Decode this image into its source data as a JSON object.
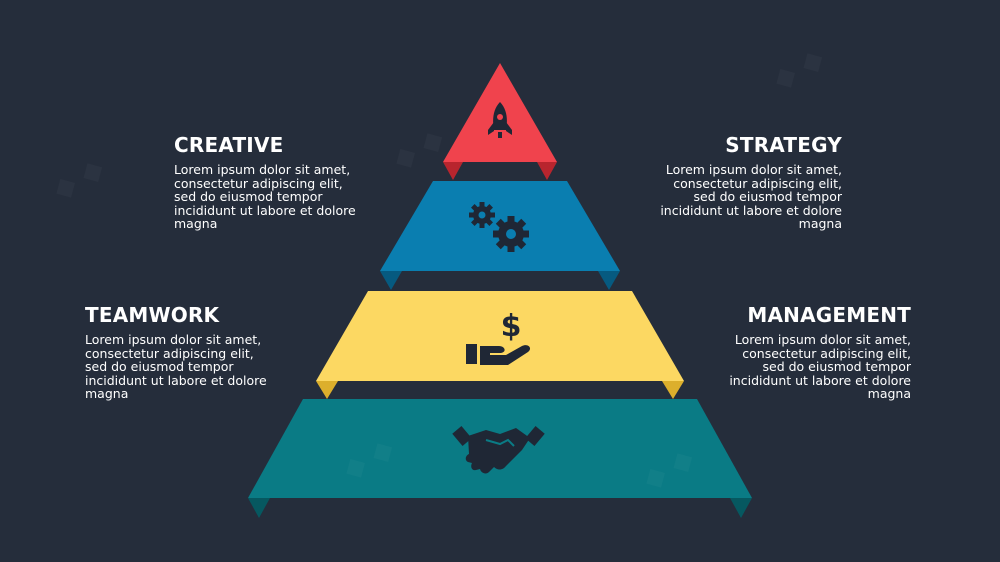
{
  "colors": {
    "background": "#252d3b",
    "red": "#f0434d",
    "red_dark": "#b8252e",
    "blue": "#0a7eb0",
    "blue_dark": "#065a80",
    "yellow": "#fcd862",
    "yellow_dark": "#dcaf2c",
    "teal": "#0a7b85",
    "teal_dark": "#065860",
    "icon": "#1f2735"
  },
  "levels": [
    {
      "name": "rocket",
      "icon": "rocket-icon"
    },
    {
      "name": "gears",
      "icon": "gears-icon"
    },
    {
      "name": "money",
      "icon": "money-hand-icon"
    },
    {
      "name": "handshake",
      "icon": "handshake-icon"
    }
  ],
  "blocks": {
    "creative": {
      "title": "CREATIVE",
      "body": "Lorem ipsum dolor sit amet,\nconsectetur adipiscing elit,\nsed do eiusmod tempor\nincididunt ut labore et dolore\nmagna"
    },
    "strategy": {
      "title": "STRATEGY",
      "body": "Lorem ipsum dolor sit amet,\nconsectetur adipiscing elit,\nsed do eiusmod tempor\nincididunt ut labore et dolore\nmagna"
    },
    "teamwork": {
      "title": "TEAMWORK",
      "body": "Lorem ipsum dolor sit amet,\nconsectetur adipiscing elit,\nsed do eiusmod tempor\nincididunt ut labore et dolore\nmagna"
    },
    "management": {
      "title": "MANAGEMENT",
      "body": "Lorem ipsum dolor sit amet,\nconsectetur adipiscing elit,\nsed do eiusmod tempor\nincididunt ut labore et dolore\nmagna"
    }
  }
}
